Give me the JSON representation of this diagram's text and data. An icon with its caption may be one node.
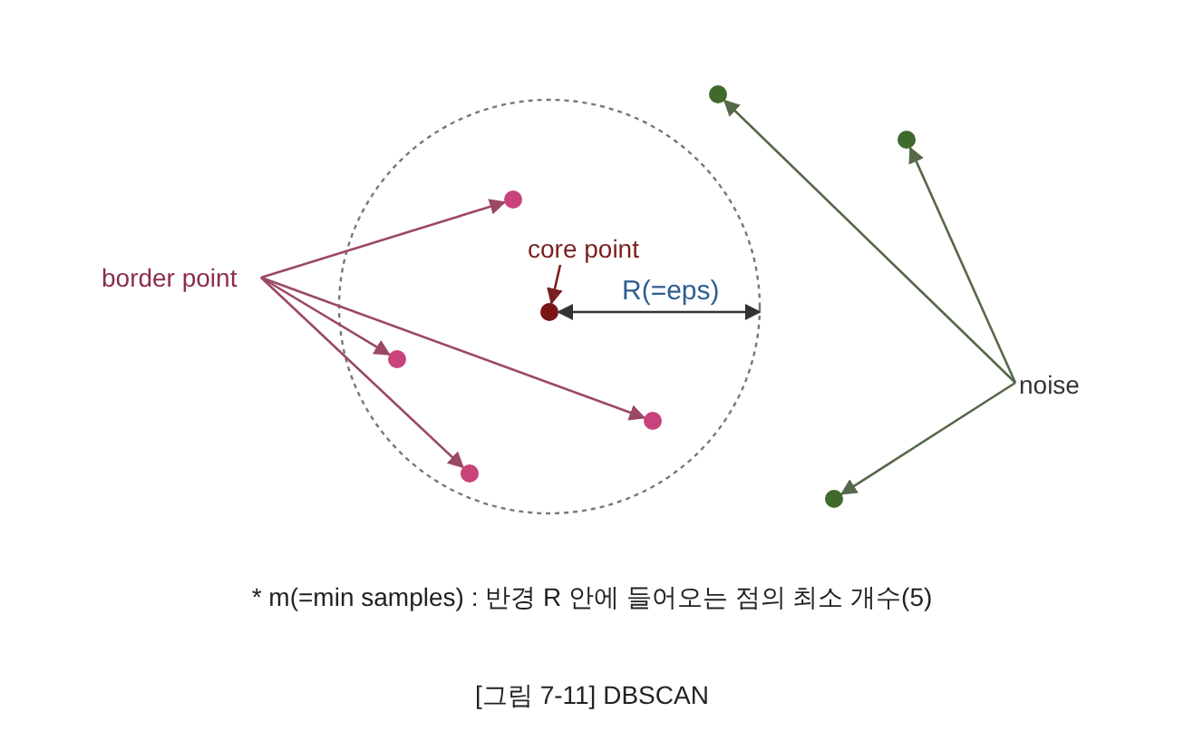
{
  "diagram": {
    "caption": "[그림 7-11] DBSCAN",
    "nodes": [
      {
        "text": [],
        "shape": "circle"
      },
      {
        "text": [
          "border point"
        ]
      },
      {
        "text": [],
        "shape": "circle",
        "in": 0
      },
      {
        "text": [],
        "shape": "circle",
        "in": 0
      },
      {
        "text": [],
        "shape": "circle",
        "in": 0
      },
      {
        "text": [],
        "shape": "circle",
        "in": 0
      },
      {
        "text": [
          "core point"
        ],
        "in": 0
      },
      {
        "text": [],
        "shape": "circle",
        "in": 0
      },
      {
        "text": [
          "noise"
        ]
      },
      {
        "text": [],
        "shape": "circle"
      },
      {
        "text": [],
        "shape": "circle"
      },
      {
        "text": [],
        "shape": "circle"
      }
    ],
    "edges": [
      {
        "from": 1,
        "to": 2,
        "arrow": "to"
      },
      {
        "from": 1,
        "to": 3,
        "arrow": "to"
      },
      {
        "from": 1,
        "to": 4,
        "arrow": "to"
      },
      {
        "from": 1,
        "to": 5,
        "arrow": "to"
      },
      {
        "from": 6,
        "to": 7,
        "arrow": "to",
        "color": "#7a1f1f"
      },
      {
        "from": 7,
        "to": 0,
        "arrow": "both",
        "label": "R(=eps)",
        "color": "#333333"
      },
      {
        "from": 8,
        "to": 9,
        "arrow": "to",
        "color": "#55684a"
      },
      {
        "from": 8,
        "to": 10,
        "arrow": "to",
        "color": "#55684a"
      },
      {
        "from": 8,
        "to": 11,
        "arrow": "to",
        "color": "#55684a"
      }
    ],
    "labels": [
      "* m(=min samples) : 반경 R 안에 들어오는 점의 최소 개수(5)"
    ]
  }
}
